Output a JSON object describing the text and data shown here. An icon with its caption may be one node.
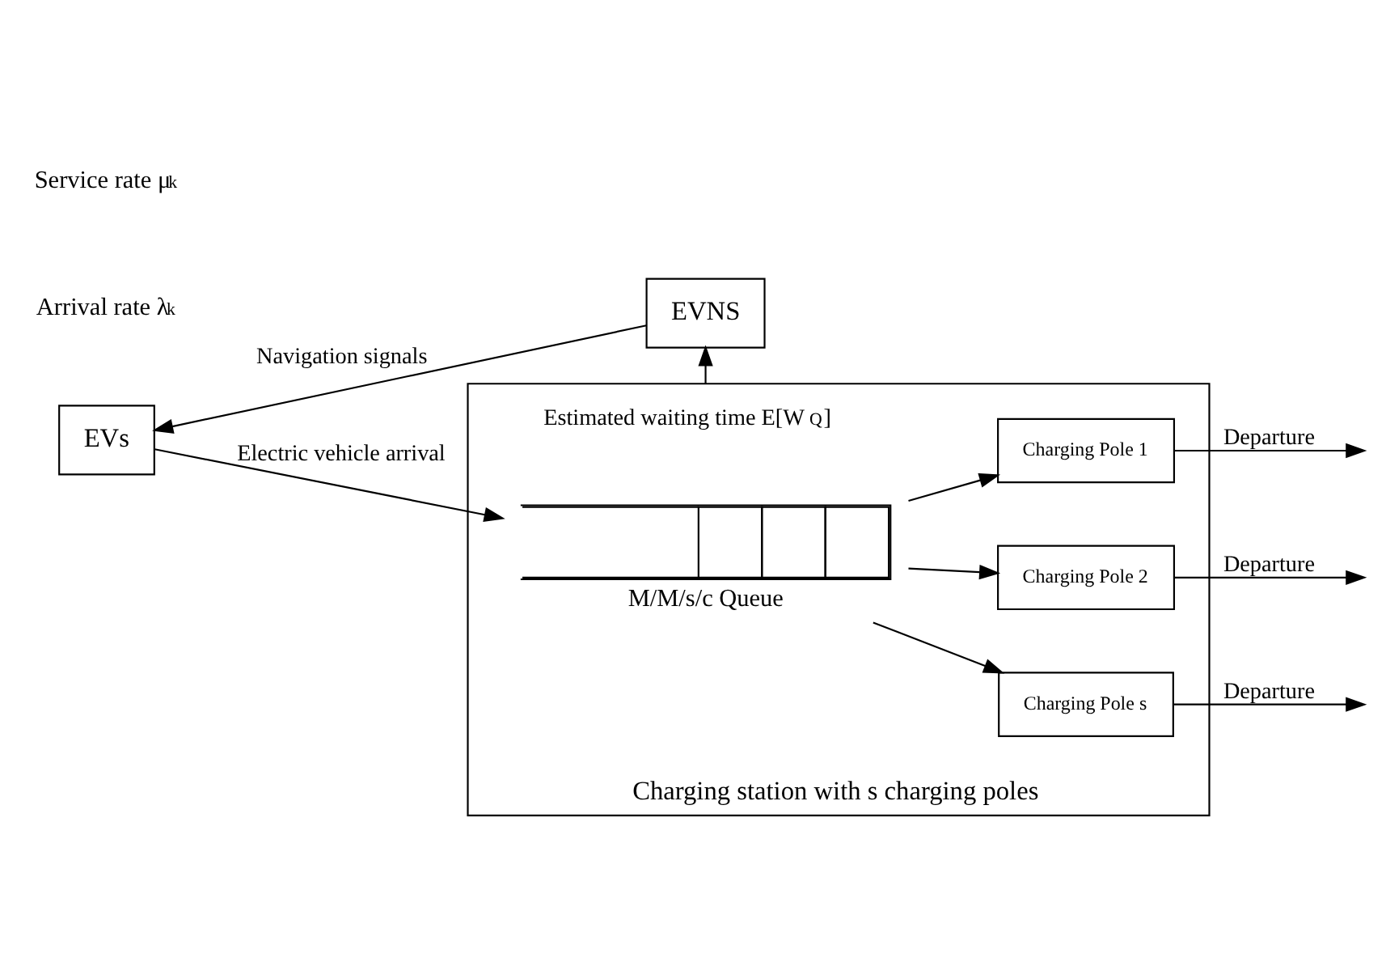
{
  "diagram": {
    "nodes": [
      {
        "text": [
          "EVs"
        ]
      },
      {
        "text": [
          "EVNS"
        ]
      },
      {
        "text": [
          "Charging station with s charging poles"
        ]
      },
      {
        "text": [
          "M/M/s/c Queue"
        ],
        "in": 2
      },
      {
        "text": [
          "Charging Pole 1"
        ],
        "in": 2
      },
      {
        "text": [
          "Charging Pole 2"
        ],
        "in": 2
      },
      {
        "text": [
          "Charging Pole s"
        ],
        "in": 2
      }
    ],
    "edges": [
      {
        "from": 1,
        "to": 0,
        "arrow": "to",
        "label": "Navigation signals"
      },
      {
        "from": 2,
        "to": 1,
        "arrow": "to",
        "label": "Estimated waiting time E[W$_{Q}$]"
      },
      {
        "from": 0,
        "to": 3,
        "arrow": "to",
        "label": "Electric vehicle arrival"
      },
      {
        "from": 3,
        "to": 4,
        "arrow": "to"
      },
      {
        "from": 3,
        "to": 5,
        "arrow": "to"
      },
      {
        "from": 3,
        "to": 6,
        "arrow": "to"
      },
      {
        "from": 4,
        "to": null,
        "arrow": "to",
        "label": "Departure"
      },
      {
        "from": 5,
        "to": null,
        "arrow": "to",
        "label": "Departure"
      },
      {
        "from": 6,
        "to": null,
        "arrow": "to",
        "label": "Departure"
      }
    ],
    "labels": [
      "Arrival rate λ$_{k}$",
      "Service rate μ$_{k}$"
    ]
  }
}
